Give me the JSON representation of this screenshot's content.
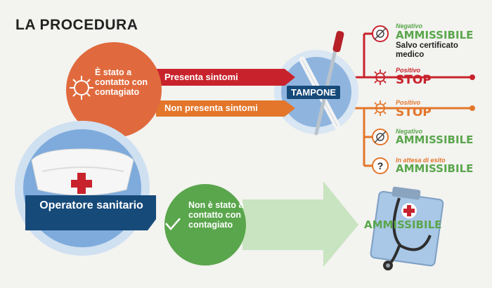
{
  "title": "LA PROCEDURA",
  "contact_circle_text": "È stato a contatto con contagiato",
  "branch_symptoms": "Presenta sintomi",
  "branch_no_symptoms": "Non presenta sintomi",
  "test_label": "TAMPONE",
  "outcomes": {
    "neg1": {
      "tag": "Negativo",
      "result": "AMMISSIBILE",
      "note": "Salvo certificato medico"
    },
    "pos1": {
      "tag": "Positivo",
      "result": "STOP"
    },
    "pos2": {
      "tag": "Positivo",
      "result": "STOP"
    },
    "neg2": {
      "tag": "Negativo",
      "result": "AMMISSIBILE"
    },
    "wait": {
      "tag": "In attesa di esito",
      "result": "AMMISSIBILE"
    }
  },
  "operator_label": "Operatore sanitario",
  "no_contact_text": "Non è stato a contatto con contagiato",
  "final_result": "AMMISSIBILE",
  "colors": {
    "red": "#c8232c",
    "orange": "#e3762a",
    "green": "#5aa64c",
    "light_green": "#bfe0b4",
    "blue": "#6fa3d8",
    "dark_blue": "#164a79"
  }
}
